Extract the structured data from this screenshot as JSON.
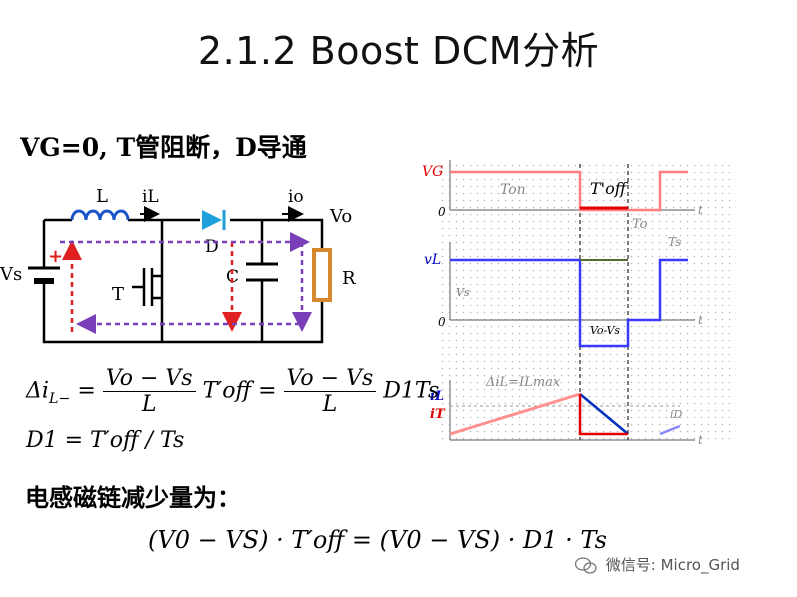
{
  "title": "2.1.2   Boost DCM分析",
  "subtitle": "VG=0, T管阻断，D导通",
  "circuit": {
    "inductor_label": "L",
    "il_label": "iL",
    "io_label": "io",
    "vo_label": "Vo",
    "vs_label": "Vs",
    "t_label": "T",
    "d_label": "D",
    "c_label": "C",
    "r_label": "R",
    "plus_sign": "+",
    "colors": {
      "wire": "#000000",
      "inductor": "#1a55c8",
      "diode": "#1ea0d8",
      "resistor": "#d8882c",
      "current_red": "#e02020",
      "current_purple": "#7a3fb8"
    }
  },
  "waveform": {
    "vg_label": "VG",
    "ton_label": "Ton",
    "toff_label": "T'off",
    "to_label": "To",
    "ts_label": "Ts",
    "zero_label": "0",
    "vl_label": "vL",
    "vs_label": "Vs",
    "vovs_label": "Vo-Vs",
    "delta_il_label": "ΔiL=ILmax",
    "il_label": "iL",
    "it_label": "iT",
    "id_label": "iD",
    "t_axis_label": "t",
    "colors": {
      "vg": "#ff7f7f",
      "vl": "#3a3aff",
      "il_blue": "#0030c0",
      "it_red": "#e00000"
    }
  },
  "equations": {
    "eq1_lhs": "Δi",
    "eq1_lhs_sub": "L−",
    "eq1_num": "Vo − Vs",
    "eq1_den": "L",
    "eq1_toff": "T′off",
    "eq1_num2": "Vo − Vs",
    "eq1_den2": "L",
    "eq1_tail": "D1Ts",
    "eq2": "D1 = T′off / Ts",
    "flux_text": "电感磁链减少量为：",
    "eq3": "(V0 − VS) · T′off = (V0 − VS) · D1 · Ts"
  },
  "watermark": "微信号: Micro_Grid"
}
